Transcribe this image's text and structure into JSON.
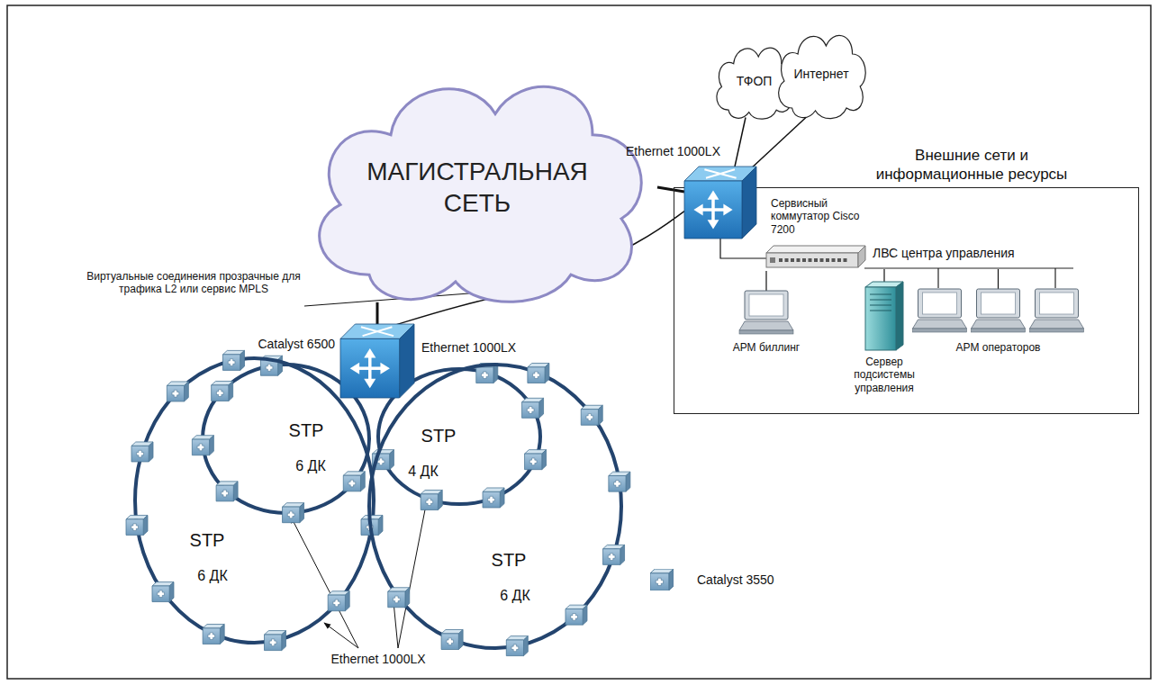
{
  "diagram": {
    "nodes": [
      {
        "text": [
          "ТФОП"
        ]
      },
      {
        "text": [
          "Интернет"
        ]
      },
      {
        "text": [
          "МАГИСТРАЛЬНАЯ СЕТЬ"
        ]
      },
      {
        "text": [
          "Сервисный коммутатор Cisco 7200"
        ]
      },
      {
        "text": [
          "Внешние сети и информационные ресурсы"
        ]
      },
      {
        "text": [
          "ЛВС центра управления"
        ],
        "in": 4
      },
      {
        "text": [
          "АРМ биллинг"
        ],
        "in": 4
      },
      {
        "text": [
          "Сервер подсистемы управления"
        ],
        "in": 4
      },
      {
        "text": [
          "АРМ операторов"
        ],
        "in": 4
      },
      {
        "text": [
          "Catalyst 6500"
        ]
      },
      {
        "text": [
          "STP",
          "6 ДК"
        ]
      },
      {
        "text": [
          "STP",
          "4 ДК"
        ]
      },
      {
        "text": [
          "STP",
          "6 ДК"
        ]
      },
      {
        "text": [
          "STP",
          "6 ДК"
        ]
      }
    ],
    "edges": [
      {
        "from": 2,
        "to": 3,
        "arrow": "none"
      },
      {
        "from": 3,
        "to": 0,
        "arrow": "none"
      },
      {
        "from": 3,
        "to": 1,
        "arrow": "none"
      },
      {
        "from": 3,
        "to": 5,
        "arrow": "none"
      },
      {
        "from": 5,
        "to": 6,
        "arrow": "none"
      },
      {
        "from": 5,
        "to": 7,
        "arrow": "none"
      },
      {
        "from": 5,
        "to": 8,
        "arrow": "none"
      },
      {
        "from": 9,
        "to": 2,
        "arrow": "none"
      },
      {
        "from": 9,
        "to": 3,
        "arrow": "none"
      }
    ],
    "labels": [
      "Ethernet 1000LX",
      "Виртуальные соединения прозрачные для трафика L2 или сервис MPLS",
      "Ethernet 1000LX",
      "Ethernet 1000LX"
    ],
    "legend": [
      {
        "text": "Catalyst 3550"
      }
    ]
  }
}
